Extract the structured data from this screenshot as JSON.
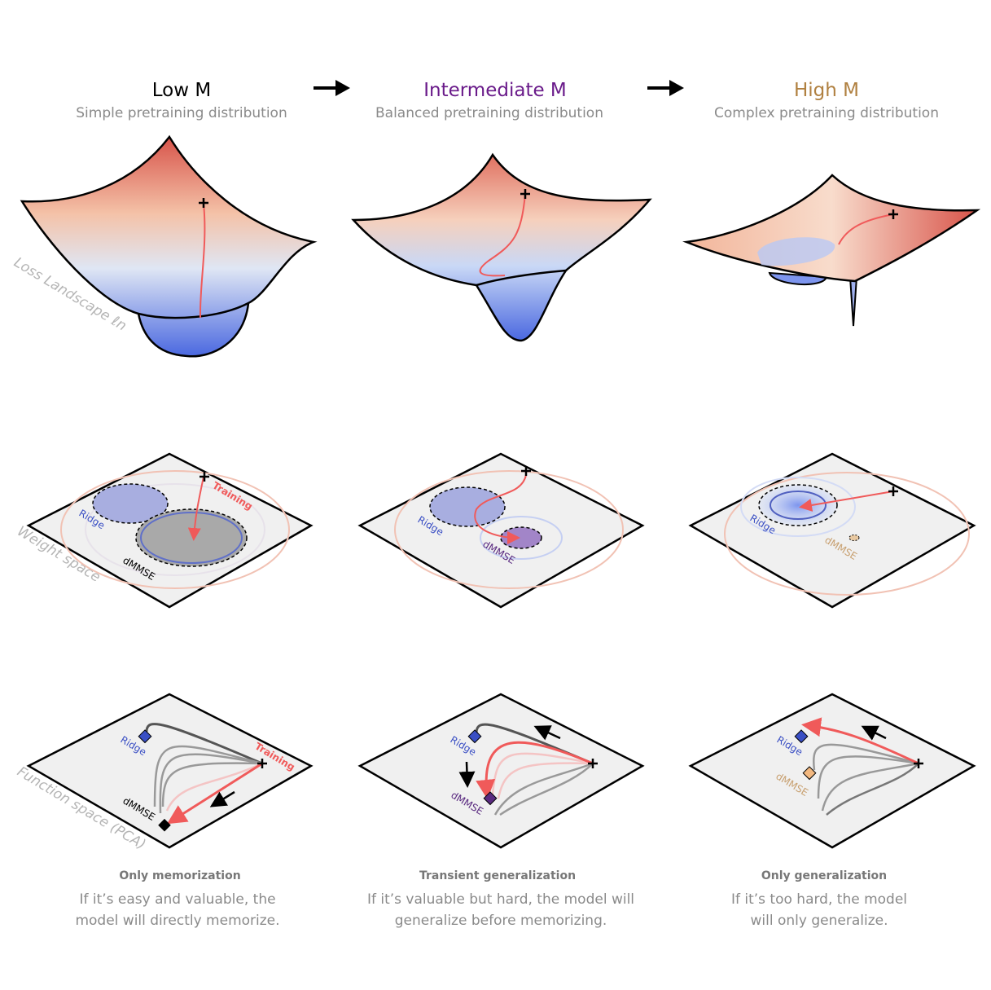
{
  "columns": [
    {
      "title": "Low M",
      "subtitle": "Simple pretraining distribution",
      "title_color": "#000000",
      "caption_title": "Only memorization",
      "caption_lines": [
        "If it’s easy and valuable, the",
        "model will directly memorize."
      ]
    },
    {
      "title": "Intermediate M",
      "subtitle": "Balanced pretraining distribution",
      "title_color": "#6a1b8a",
      "caption_title": "Transient generalization",
      "caption_lines": [
        "If it’s valuable but hard, the model will",
        "generalize before memorizing."
      ]
    },
    {
      "title": "High M",
      "subtitle": "Complex pretraining distribution",
      "title_color": "#b08040",
      "caption_title": "Only generalization",
      "caption_lines": [
        "If it’s too hard, the model",
        "will only generalize."
      ]
    }
  ],
  "row_labels": {
    "loss": "Loss Landscape ℓn",
    "weight": "Weight space",
    "function": "Function space (PCA)"
  },
  "labels": {
    "ridge": "Ridge",
    "dmmse": "dMMSE",
    "training": "Training"
  },
  "colors": {
    "ridge": "#3a4fc4",
    "dmmse_low": "#000000",
    "dmmse_mid": "#5a2a80",
    "dmmse_high": "#c8a070",
    "training": "#f05a5a"
  }
}
